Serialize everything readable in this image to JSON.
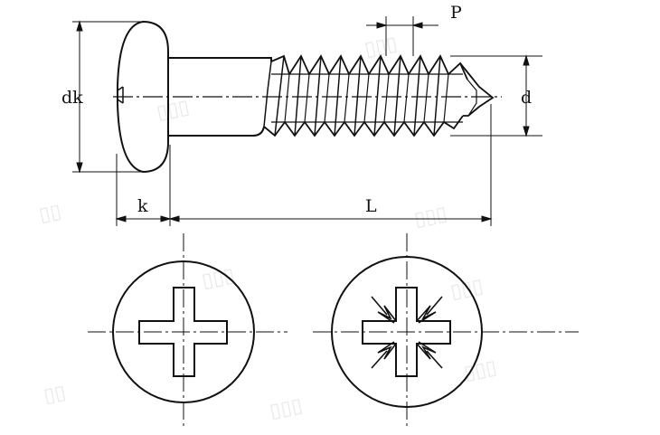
{
  "labels": {
    "dk": "dk",
    "k": "k",
    "L": "L",
    "d": "d",
    "P": "P"
  },
  "colors": {
    "line": "#111111",
    "watermark": "#d8d8d8"
  }
}
